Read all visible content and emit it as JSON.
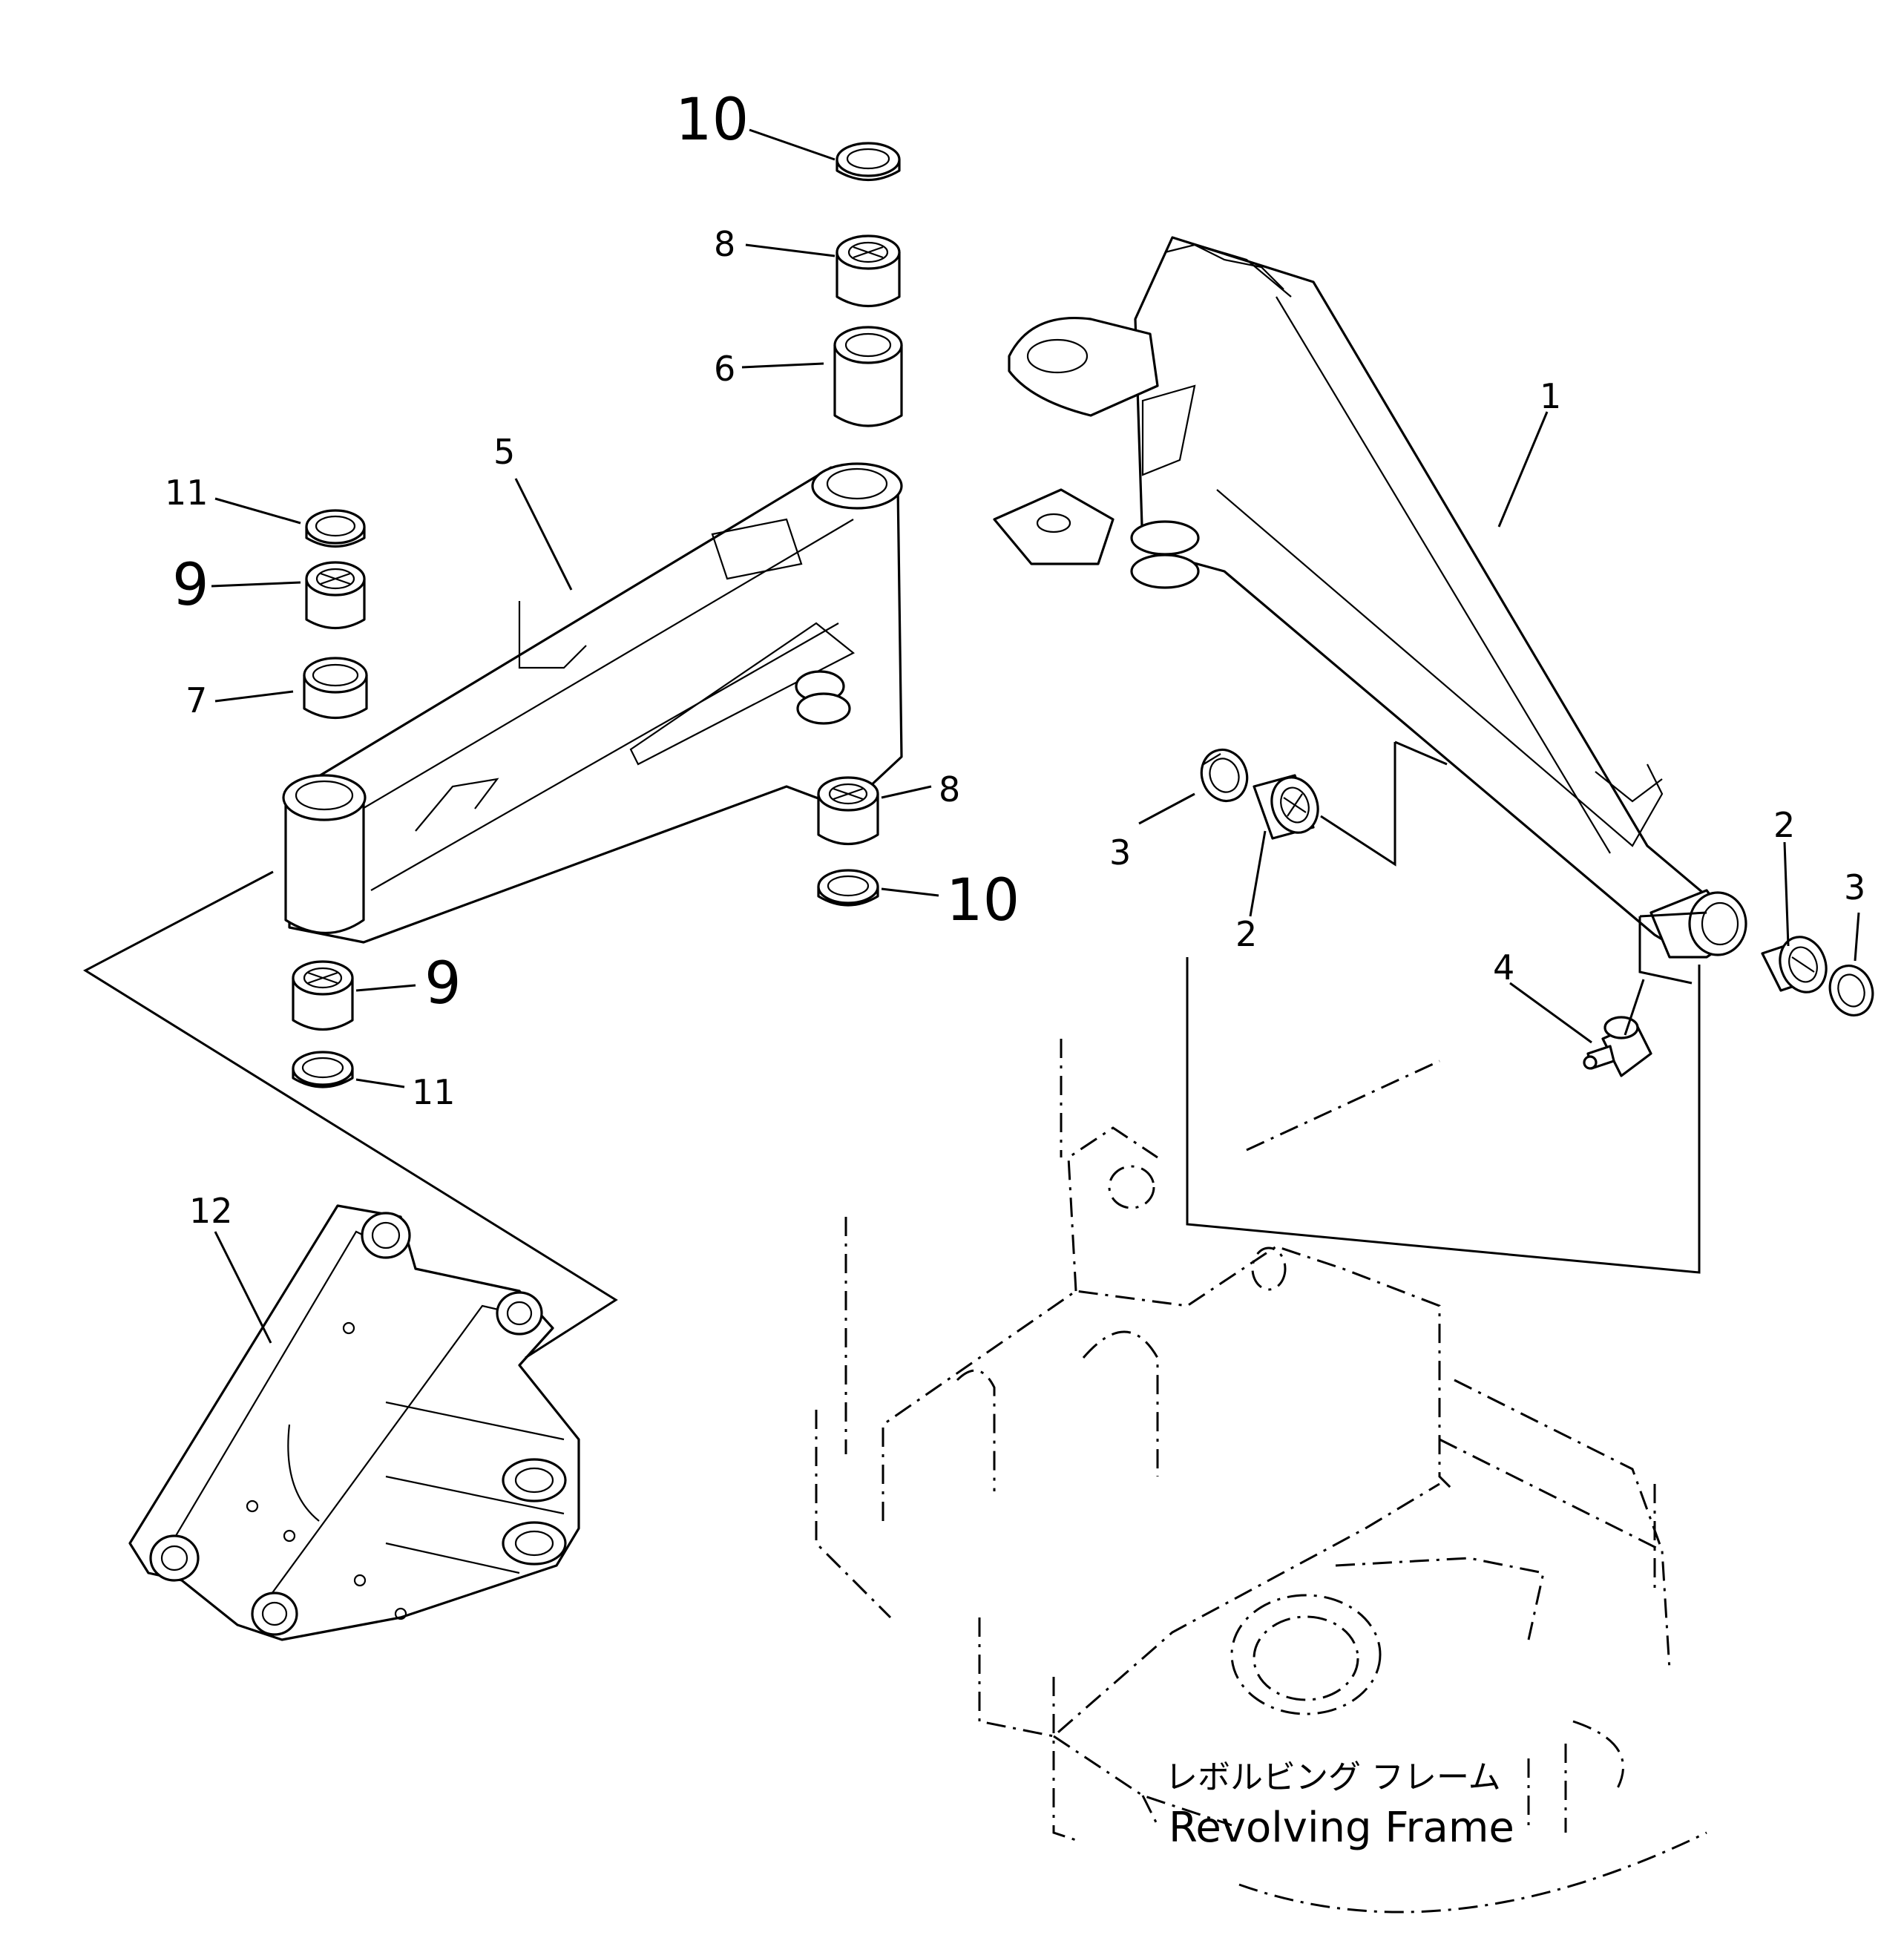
{
  "callouts": [
    {
      "id": "c10a",
      "text": "10"
    },
    {
      "id": "c8a",
      "text": "8"
    },
    {
      "id": "c6",
      "text": "6"
    },
    {
      "id": "c5",
      "text": "5"
    },
    {
      "id": "c11a",
      "text": "11"
    },
    {
      "id": "c9a",
      "text": "9"
    },
    {
      "id": "c7",
      "text": "7"
    },
    {
      "id": "c8b",
      "text": "8"
    },
    {
      "id": "c10b",
      "text": "10"
    },
    {
      "id": "c9b",
      "text": "9"
    },
    {
      "id": "c11b",
      "text": "11"
    },
    {
      "id": "c1",
      "text": "1"
    },
    {
      "id": "c3a",
      "text": "3"
    },
    {
      "id": "c2a",
      "text": "2"
    },
    {
      "id": "c2b",
      "text": "2"
    },
    {
      "id": "c3b",
      "text": "3"
    },
    {
      "id": "c4",
      "text": "4"
    },
    {
      "id": "c12",
      "text": "12"
    }
  ],
  "frame_label": {
    "japanese": "レボルビング フレーム",
    "english": "Revolving Frame"
  }
}
